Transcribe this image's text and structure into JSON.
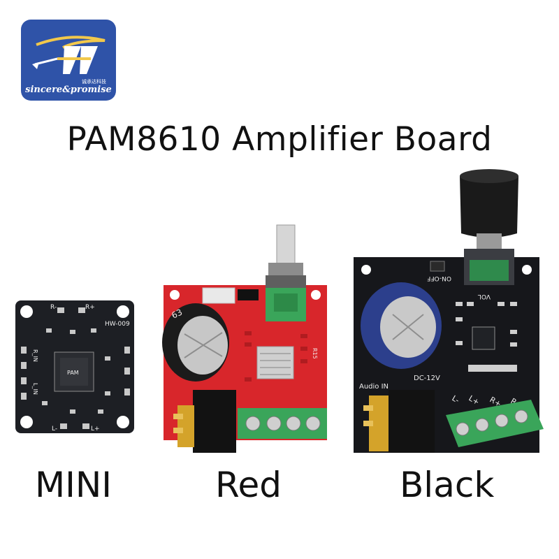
{
  "logo": {
    "brand_text": "sincere&promise",
    "chinese_text": "诚承达科技",
    "icon": "sp-brand-logo",
    "background_color": "#2f53a8",
    "accent_color": "#f2c84b"
  },
  "title": "PAM8610 Amplifier Board",
  "boards": {
    "mini": {
      "label": "MINI",
      "silkscreen": {
        "r_minus": "R-",
        "r_plus": "R+",
        "model": "HW-009",
        "r_in": "R_IN",
        "l_in": "L_IN",
        "l_minus": "L-",
        "l_plus": "L+"
      }
    },
    "red": {
      "label": "Red",
      "silkscreen": {
        "capacitor": "63",
        "chip_side": "R15"
      }
    },
    "black": {
      "label": "Black",
      "silkscreen": {
        "on_off": "ON-OFF",
        "vol": "VOL",
        "audio_in": "Audio IN",
        "dc": "DC-12V",
        "l_minus": "L-",
        "l_plus": "L+",
        "r_plus": "R+",
        "r_minus": "R-"
      }
    }
  },
  "colors": {
    "mini_pcb": "#1d1f24",
    "red_pcb": "#d8262b",
    "black_pcb": "#16171b",
    "terminal_green": "#3aa55a",
    "capacitor_blue": "#2c3f8c"
  }
}
